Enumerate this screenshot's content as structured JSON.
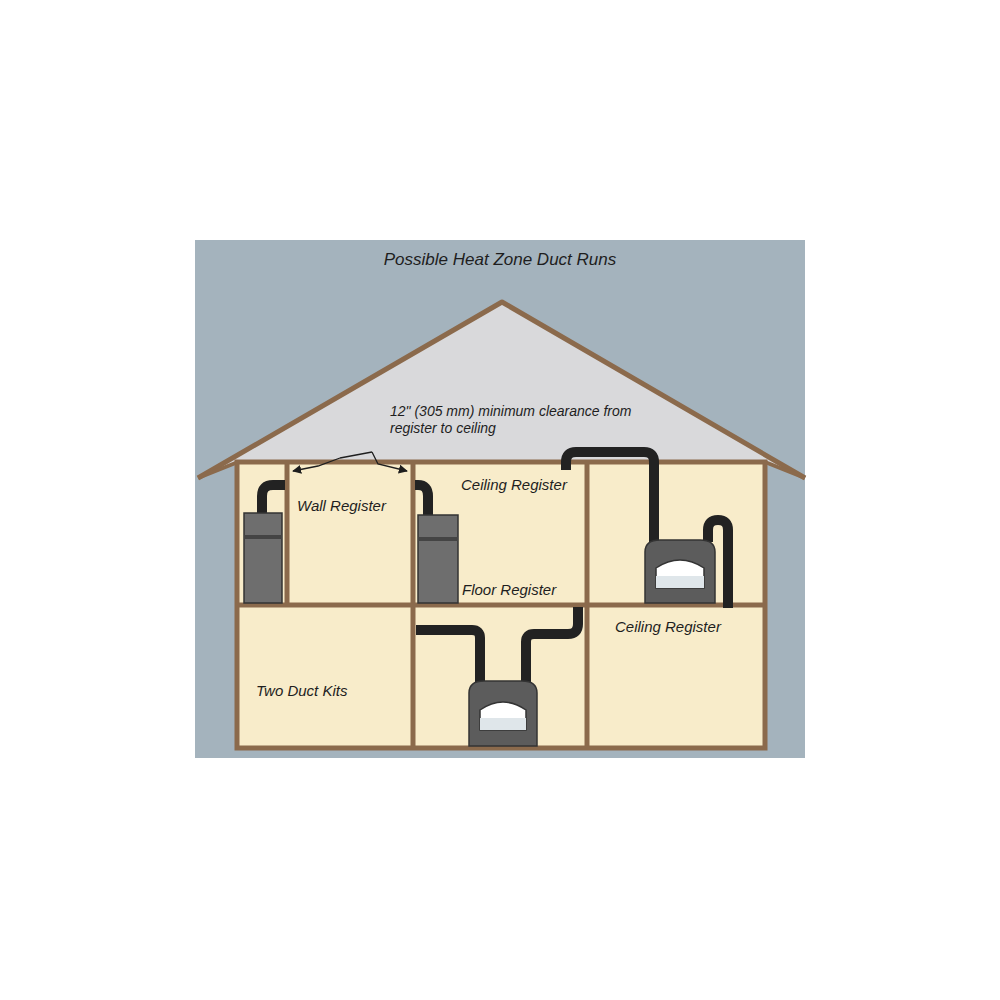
{
  "diagram": {
    "title": "Possible Heat Zone Duct Runs",
    "labels": [
      "12\" (305 mm) minimum clearance from register to ceiling",
      "Wall Register",
      "Ceiling Register",
      "Floor Register",
      "Ceiling Register",
      "Two Duct Kits"
    ]
  }
}
